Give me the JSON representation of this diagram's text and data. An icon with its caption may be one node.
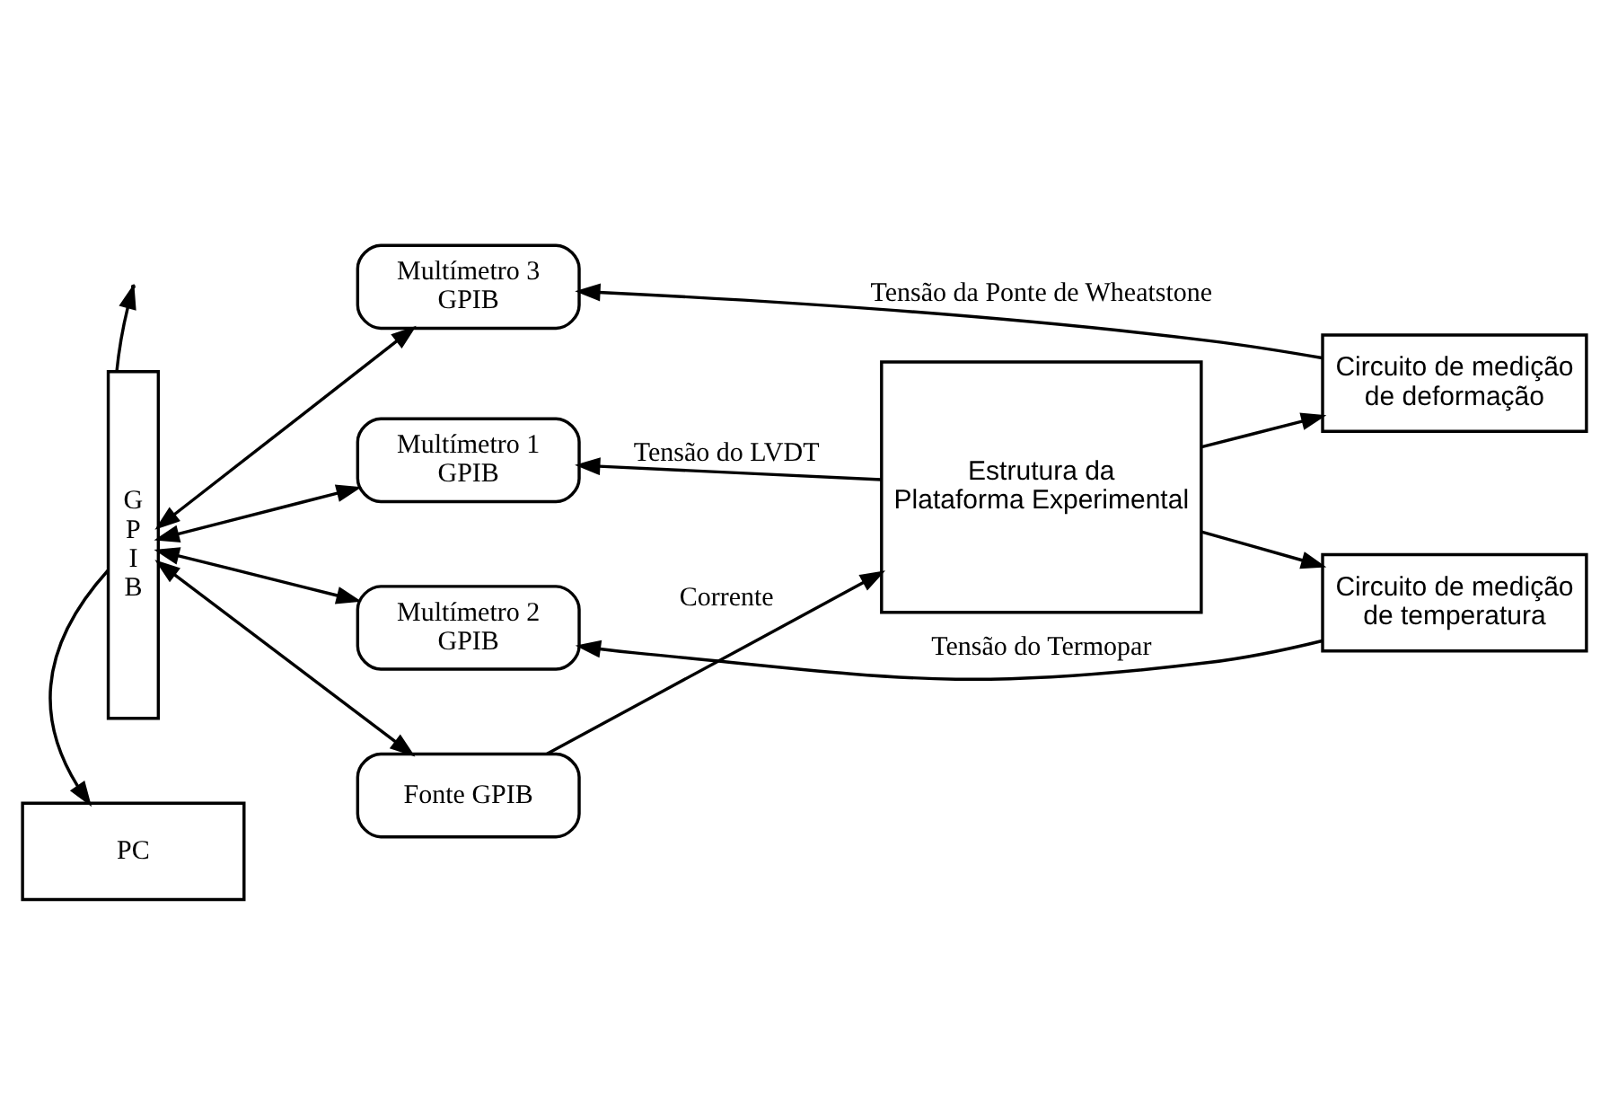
{
  "diagram": {
    "nodes": [
      {
        "text": [
          "GPIB"
        ]
      },
      {
        "text": [
          "Multímetro 3 GPIB"
        ]
      },
      {
        "text": [
          "Circuito de medição de deformação"
        ]
      },
      {
        "text": [
          "Multímetro 1 GPIB"
        ]
      },
      {
        "text": [
          "Estrutura da Plataforma Experimental"
        ]
      },
      {
        "text": [
          "Multímetro 2 GPIB"
        ]
      },
      {
        "text": [
          "Circuito de medição de temperatura"
        ]
      },
      {
        "text": [
          "Fonte GPIB"
        ]
      },
      {
        "text": [
          "PC"
        ]
      }
    ],
    "edges": [
      {
        "from": 2,
        "to": 1,
        "arrow": "to",
        "label": "Tensão da Ponte de Wheatstone"
      },
      {
        "from": 4,
        "to": 2,
        "arrow": "to"
      },
      {
        "from": 4,
        "to": 3,
        "arrow": "to",
        "label": "Tensão do LVDT"
      },
      {
        "from": 4,
        "to": 6,
        "arrow": "to"
      },
      {
        "from": 6,
        "to": 5,
        "arrow": "to",
        "label": "Tensão do Termopar"
      },
      {
        "from": 7,
        "to": 4,
        "arrow": "to",
        "label": "Corrente"
      },
      {
        "from": 0,
        "to": 1,
        "arrow": "both"
      },
      {
        "from": 0,
        "to": 3,
        "arrow": "both"
      },
      {
        "from": 0,
        "to": 5,
        "arrow": "both"
      },
      {
        "from": 0,
        "to": 7,
        "arrow": "both"
      },
      {
        "from": 0,
        "to": 8,
        "arrow": "to"
      },
      {
        "from": 0,
        "to": null,
        "arrow": "to"
      }
    ]
  }
}
